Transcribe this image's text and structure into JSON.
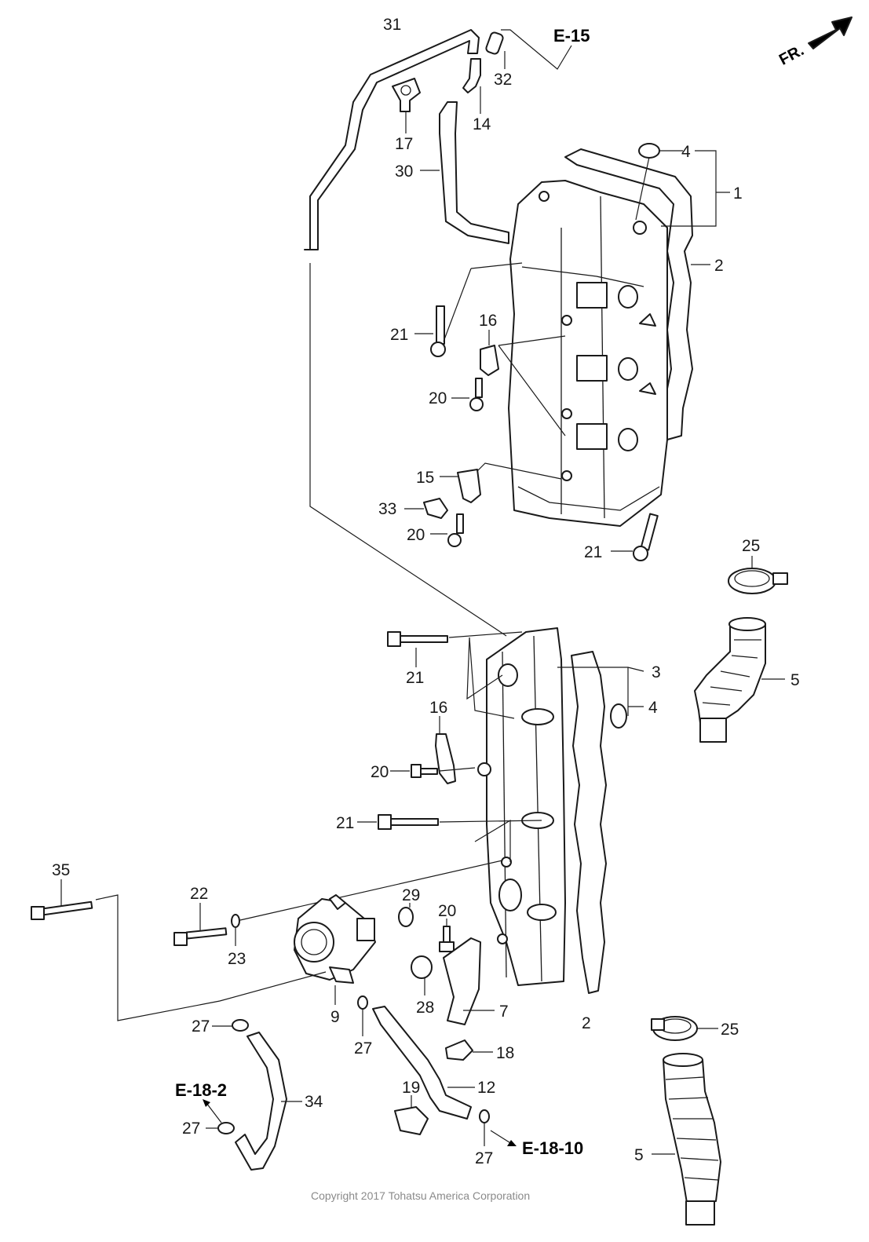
{
  "orientation": {
    "label": "FR."
  },
  "references": {
    "e15": "E-15",
    "e18_2": "E-18-2",
    "e18_10": "E-18-10"
  },
  "callouts": {
    "c31": "31",
    "c32": "32",
    "c14": "14",
    "c17": "17",
    "c30": "30",
    "c4a": "4",
    "c1": "1",
    "c2a": "2",
    "c16a": "16",
    "c21a": "21",
    "c20a": "20",
    "c15": "15",
    "c33": "33",
    "c20b": "20",
    "c21b": "21",
    "c25a": "25",
    "c5a": "5",
    "c21c": "21",
    "c3": "3",
    "c4b": "4",
    "c16b": "16",
    "c20c": "20",
    "c21d": "21",
    "c35": "35",
    "c22": "22",
    "c23": "23",
    "c29": "29",
    "c20d": "20",
    "c28": "28",
    "c9": "9",
    "c7": "7",
    "c2b": "2",
    "c25b": "25",
    "c27a": "27",
    "c27b": "27",
    "c18": "18",
    "c12": "12",
    "c19": "19",
    "c34": "34",
    "c27c": "27",
    "c27d": "27",
    "c5b": "5"
  },
  "copyright": "Copyright 2017 Tohatsu America Corporation"
}
